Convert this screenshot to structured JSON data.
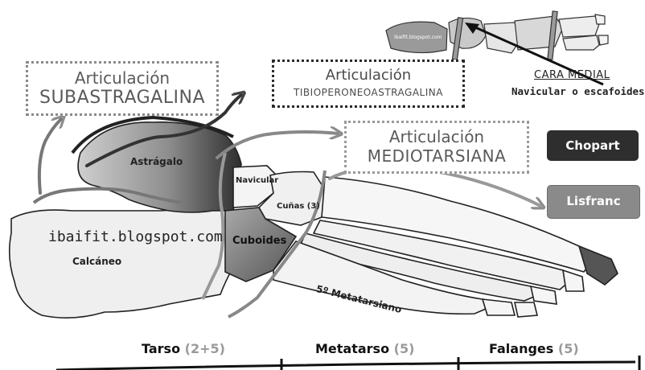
{
  "boxes": {
    "subastragalina": {
      "line1": "Articulación",
      "line2": "SUBASTRAGALINA"
    },
    "tibioperoneo": {
      "line1": "Articulación",
      "line2": "TIBIOPERONEOASTRAGALINA"
    },
    "mediotarsiana": {
      "line1": "Articulación",
      "line2": "MEDIOTARSIANA"
    }
  },
  "buttons": {
    "chopart": "Chopart",
    "lisfranc": "Lisfranc"
  },
  "medial_view": {
    "title": "CARA MEDIAL",
    "subtitle": "Navicular o escafoides"
  },
  "bones": {
    "astragalo": "Astrágalo",
    "navicular": "Navicular",
    "cunas": "Cuñas (3)",
    "cuboides": "Cuboides",
    "calcaneo": "Calcáneo",
    "metatarsiano5": "5º Metatarsiano"
  },
  "watermark": "ibaifit.blogspot.com",
  "segments": [
    {
      "name": "Tarso",
      "count": "(2+5)"
    },
    {
      "name": "Metatarso",
      "count": "(5)"
    },
    {
      "name": "Falanges",
      "count": "(5)"
    }
  ],
  "colors": {
    "chopart": "#2e2e2e",
    "lisfranc": "#8a8a8a",
    "box_border": "#8a8a8a"
  }
}
